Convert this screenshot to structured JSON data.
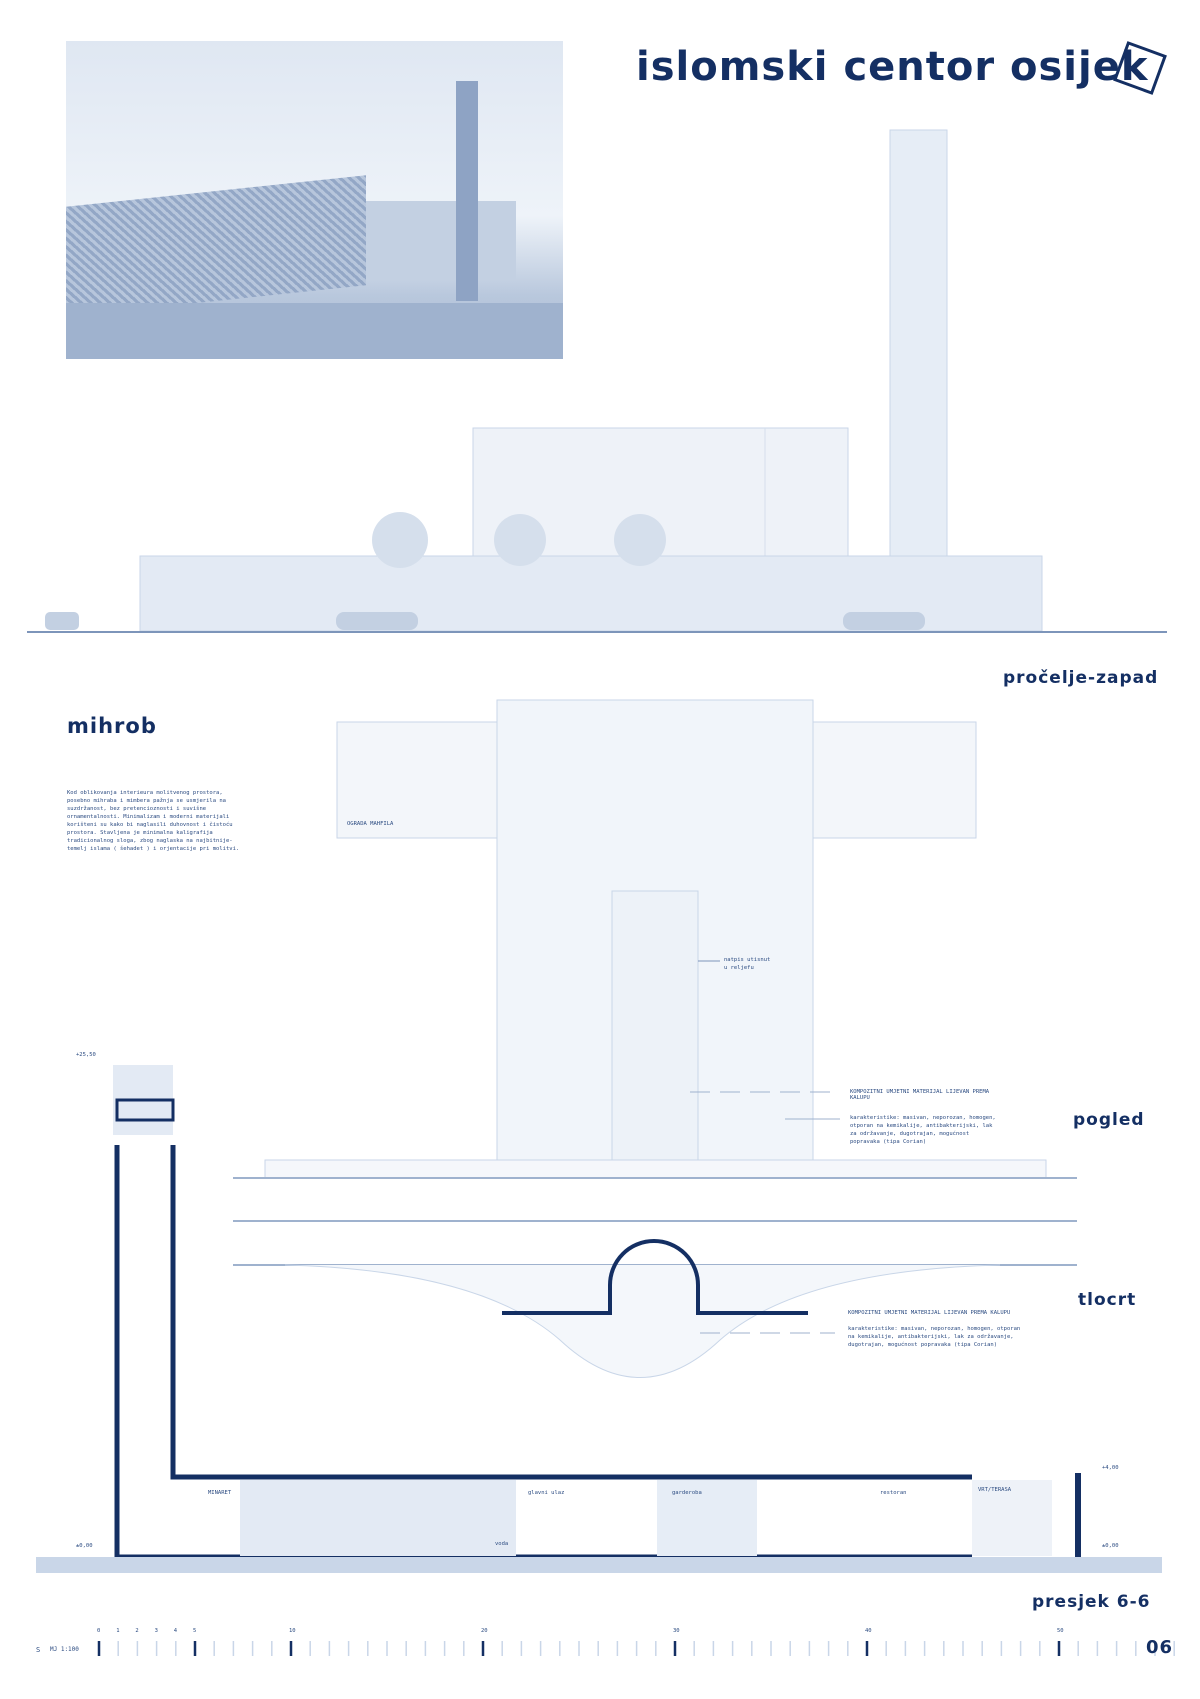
{
  "header": {
    "title": "islomski centor osijek",
    "logo": "geometric-cube-logo"
  },
  "sections": {
    "elevation_title": "pročelje-zapad",
    "mihrab_title": "mihrob",
    "view_title": "pogled",
    "plan_title": "tlocrt",
    "section_title": "presjek 6-6"
  },
  "mihrab_text": "Kod oblikovanja interieura molitvenog prostora, posebno mihraba i mimbera pažnja se usmjerila na suzdržanost, bez pretencioznosti i suvišne ornamentalnosti. Minimalizam i moderni materijali korišteni su kako bi naglasili duhovnost i čistoću prostora. Stavljena je minimalna kaligrafija tradicionalnog sloga, zbog naglaska na najbitnije-temelj islama ( šehadet ) i orjentacije pri molitvi.",
  "view_labels": {
    "ograda": "OGRADA MAHFILA",
    "natpis": "natpis utisnut u reljefu",
    "material": "KOMPOZITNI UMJETNI MATERIJAL LIJEVAN PREMA KALUPU",
    "characteristics": "karakteristike: masivan, neporozan, homogen, otporan na kemikalije, antibakterijski, lak za održavanje, dugotrajan, mogućnost popravaka (tipa Corian)"
  },
  "plan_labels": {
    "material": "KOMPOZITNI UMJETNI MATERIJAL LIJEVAN PREMA KALUPU",
    "characteristics": "karakteristike: masivan, neporozan, homogen, otporan na kemikalije, antibakterijski, lak za održavanje, dugotrajan, mogućnost popravaka (tipa Corian)"
  },
  "section_labels": {
    "level_top": "+25,50",
    "level_zero_left": "±0,00",
    "level_right_top": "+4,00",
    "level_zero_right": "±0,00",
    "minaret": "MINARET",
    "voda": "voda",
    "glavni_ulaz": "glavni ulaz",
    "garderoba": "garderoba",
    "restoran": "restoran",
    "vrt": "VRT/TERASA"
  },
  "scale": {
    "prefix": "S",
    "label": "MJ 1:100",
    "ticks": [
      "0",
      "1",
      "2",
      "3",
      "4",
      "5",
      "10",
      "20",
      "30",
      "40",
      "50"
    ]
  },
  "page_number": "06",
  "colors": {
    "ink": "#142f63",
    "light": "#c9d6e8",
    "tint": "#e6edf6"
  }
}
